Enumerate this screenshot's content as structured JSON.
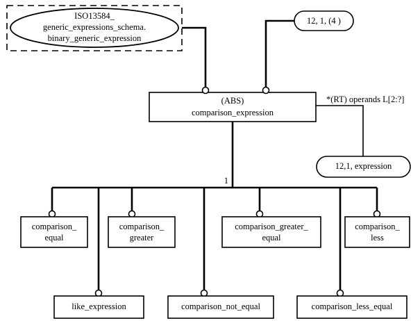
{
  "diagram": {
    "title": "comparison_expression EXPRESS-G entity diagram",
    "notation": "EXPRESS-G",
    "colors": {
      "stroke": "#000000",
      "fill": "#ffffff",
      "background": "#ffffff"
    }
  },
  "schema_reference": {
    "name": "iso13584-generic-expressions-schema-ref",
    "frame_style": "dashed-rectangle",
    "shape": "ellipse",
    "lines": [
      "ISO13584_",
      "generic_expressions_schema.",
      "binary_generic_expression"
    ]
  },
  "page_refs": [
    {
      "name": "page-ref-top",
      "label": "12, 1, (4 )",
      "shape": "stadium"
    },
    {
      "name": "page-ref-expression",
      "label": "12,1, expression",
      "shape": "stadium"
    }
  ],
  "main_entity": {
    "name": "comparison-expression-entity",
    "line1": "(ABS)",
    "line2": "comparison_expression",
    "shape": "rectangle"
  },
  "attribute_label": {
    "name": "operands-attribute",
    "text": "*(RT) operands L[2:?]"
  },
  "supertype_label": {
    "name": "subtype-count-label",
    "text": "1"
  },
  "subtypes": [
    {
      "name": "comparison-equal",
      "lines": [
        "comparison_",
        "equal"
      ],
      "row": "upper"
    },
    {
      "name": "comparison-greater",
      "lines": [
        "comparison_",
        "greater"
      ],
      "row": "upper"
    },
    {
      "name": "comparison-greater-equal",
      "lines": [
        "comparison_greater_",
        "equal"
      ],
      "row": "upper"
    },
    {
      "name": "comparison-less",
      "lines": [
        "comparison_",
        "less"
      ],
      "row": "upper"
    },
    {
      "name": "like-expression",
      "lines": [
        "like_expression"
      ],
      "row": "lower"
    },
    {
      "name": "comparison-not-equal",
      "lines": [
        "comparison_not_equal"
      ],
      "row": "lower"
    },
    {
      "name": "comparison-less-equal",
      "lines": [
        "comparison_less_equal"
      ],
      "row": "lower"
    }
  ]
}
